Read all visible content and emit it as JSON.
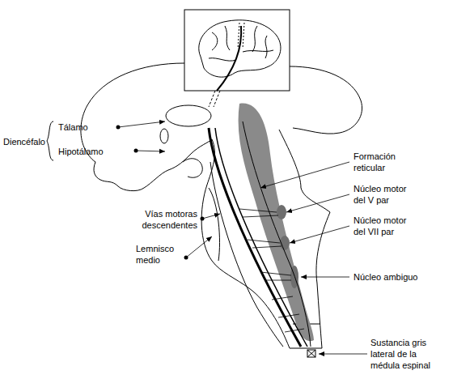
{
  "diagram": {
    "labels": [
      "Diencéfalo",
      "Tálamo",
      "Hipotálamo",
      "Formación reticular",
      "Núcleo motor del V par",
      "Núcleo motor del VII par",
      "Vías motoras descendentes",
      "Lemnisco medio",
      "Núcleo ambiguo",
      "Sustancia gris lateral de la médula espinal"
    ]
  }
}
